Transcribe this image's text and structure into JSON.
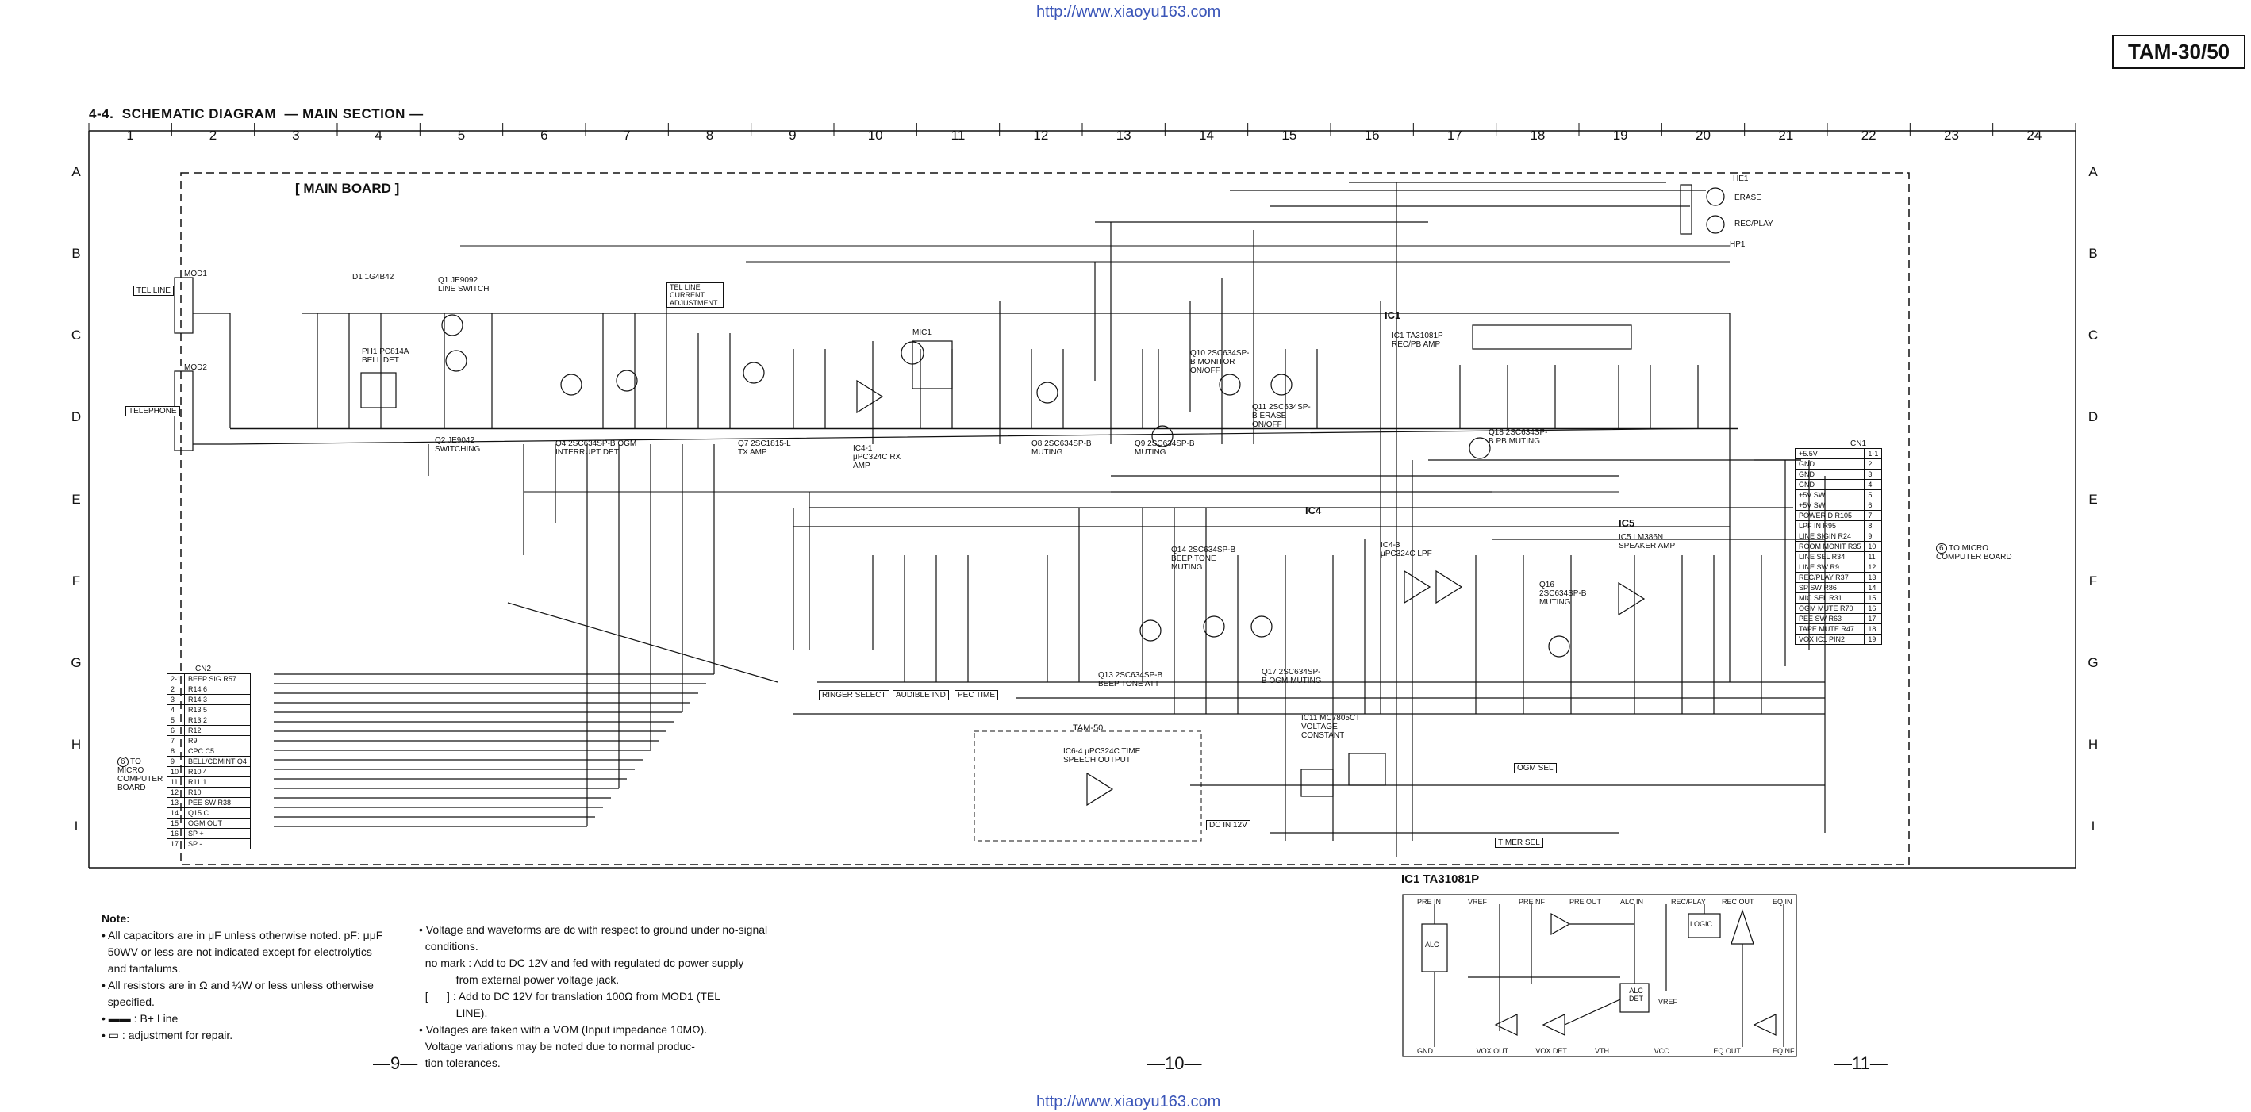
{
  "header": {
    "url_top": "http://www.xiaoyu163.com",
    "url_bottom": "http://www.xiaoyu163.com",
    "model": "TAM-30/50",
    "title_prefix": "4-4.",
    "title": "SCHEMATIC DIAGRAM",
    "subtitle": "— MAIN SECTION —"
  },
  "grid": {
    "columns": [
      "1",
      "2",
      "3",
      "4",
      "5",
      "6",
      "7",
      "8",
      "9",
      "10",
      "11",
      "12",
      "13",
      "14",
      "15",
      "16",
      "17",
      "18",
      "19",
      "20",
      "21",
      "22",
      "23",
      "24"
    ],
    "rows": [
      "A",
      "B",
      "C",
      "D",
      "E",
      "F",
      "G",
      "H",
      "I"
    ]
  },
  "board": {
    "label": "[ MAIN BOARD ]",
    "ic_labels": [
      "IC1",
      "IC4",
      "IC5"
    ],
    "boxed_labels": [
      "TEL LINE",
      "TELEPHONE",
      "TEL LINE CURRENT ADJUSTMENT",
      "RINGER SELECT",
      "AUDIBLE IND",
      "PEC TIME",
      "DC IN 12V",
      "OGM SEL",
      "TIMER SEL"
    ],
    "tam50_label": "TAM-50",
    "components": {
      "ic1": "IC1 TA31081P REC/PB AMP",
      "ic4": "IC4-3 μPC324C LPF",
      "ic5": "IC5 LM386N SPEAKER AMP",
      "ic6": "IC6-4 μPC324C TIME SPEECH OUTPUT",
      "ic11": "IC11 MC7805CT VOLTAGE CONSTANT",
      "ic41": "IC4-1 μPC324C RX AMP",
      "q1": "Q1 JE9092 LINE SWITCH",
      "q2": "Q2 JE9042 SWITCHING",
      "q4": "Q4 2SC634SP-B OGM INTERRUPT DET",
      "q7": "Q7 2SC1815-L TX AMP",
      "q8": "Q8 2SC634SP-B MUTING",
      "q9": "Q9 2SC634SP-B MUTING",
      "q10": "Q10 2SC634SP-B MONITOR ON/OFF",
      "q11": "Q11 2SC634SP-B ERASE ON/OFF",
      "q13": "Q13 2SC634SP-B BEEP TONE ATT",
      "q14": "Q14 2SC634SP-B BEEP TONE MUTING",
      "q16": "Q16 2SC634SP-B MUTING",
      "q17": "Q17 2SC634SP-B OGM MUTING",
      "q18": "Q18 2SC634SP-B PB MUTING",
      "d1": "D1 1G4B42",
      "ph1": "PH1 PC814A BELL DET",
      "mod1": "MOD1",
      "mod2": "MOD2",
      "mic1": "MIC1",
      "he1": "HE1",
      "hp1": "HP1",
      "erase": "ERASE",
      "recplay": "REC/PLAY"
    }
  },
  "cn2": {
    "title": "CN2",
    "rows": [
      [
        "2-1",
        "BEEP SIG R57"
      ],
      [
        "2",
        "R14  6"
      ],
      [
        "3",
        "R14  3"
      ],
      [
        "4",
        "R13  5"
      ],
      [
        "5",
        "R13  2"
      ],
      [
        "6",
        "R12"
      ],
      [
        "7",
        "R9"
      ],
      [
        "8",
        "CPC  C5"
      ],
      [
        "9",
        "BELL/CDMINT  Q4"
      ],
      [
        "10",
        "R10  4"
      ],
      [
        "11",
        "R11  1"
      ],
      [
        "12",
        "R10"
      ],
      [
        "13",
        "PEE SW  R38"
      ],
      [
        "14",
        "Q15  C"
      ],
      [
        "15",
        "OGM OUT"
      ],
      [
        "16",
        "SP  +"
      ],
      [
        "17",
        "SP  -"
      ]
    ],
    "board_link": "TO MICRO COMPUTER BOARD",
    "marker": "6"
  },
  "cn1": {
    "title": "CN1",
    "rows": [
      [
        "+5.5V",
        "1-1"
      ],
      [
        "GND",
        "2"
      ],
      [
        "GND",
        "3"
      ],
      [
        "GND",
        "4"
      ],
      [
        "+5V SW",
        "5"
      ],
      [
        "+5V SW",
        "6"
      ],
      [
        "POWER D  R105",
        "7"
      ],
      [
        "LPF IN  R95",
        "8"
      ],
      [
        "LINE SIGIN  R24",
        "9"
      ],
      [
        "ROOM MONIT  R35",
        "10"
      ],
      [
        "LINE SEL  R34",
        "11"
      ],
      [
        "LINE SW  R9",
        "12"
      ],
      [
        "REC/PLAY  R37",
        "13"
      ],
      [
        "SP SW  R86",
        "14"
      ],
      [
        "MIC SEL  R31",
        "15"
      ],
      [
        "OGM MUTE  R70",
        "16"
      ],
      [
        "PEE SW  R63",
        "17"
      ],
      [
        "TAPE MUTE  R47",
        "18"
      ],
      [
        "VOX  IC1 PIN2",
        "19"
      ]
    ],
    "board_link": "TO MICRO COMPUTER BOARD",
    "marker": "6"
  },
  "ic1_block": {
    "title": "IC1  TA31081P",
    "top_pins": [
      "PRE IN",
      "VREF",
      "PRE NF",
      "PRE OUT",
      "ALC IN",
      "REC/PLAY",
      "REC OUT",
      "EQ IN"
    ],
    "bottom_pins": [
      "GND",
      "VOX OUT",
      "VOX DET",
      "VTH",
      "VCC",
      "EQ OUT",
      "EQ NF"
    ],
    "blocks": [
      "ALC",
      "ALC DET",
      "LOGIC",
      "VREF"
    ]
  },
  "notes": {
    "heading": "Note:",
    "left": [
      "• All capacitors are in μF unless otherwise noted. pF: μμF",
      "  50WV or less are not indicated except for electrolytics",
      "  and tantalums.",
      "• All resistors are in Ω and ¼W or less unless otherwise",
      "  specified.",
      "• ▬▬ : B+ Line",
      "• ▭ : adjustment for repair."
    ],
    "right": [
      "• Voltage and waveforms are dc with respect to ground under no-signal",
      "  conditions.",
      "  no mark : Add to DC 12V and fed with regulated dc power supply",
      "            from external power voltage jack.",
      "  [      ] : Add to DC 12V for translation 100Ω from MOD1 (TEL",
      "            LINE).",
      "• Voltages are taken with a VOM (Input impedance 10MΩ).",
      "  Voltage variations may be noted due to normal produc-",
      "  tion tolerances."
    ]
  },
  "pages": [
    "—9—",
    "—10—",
    "—11—"
  ]
}
